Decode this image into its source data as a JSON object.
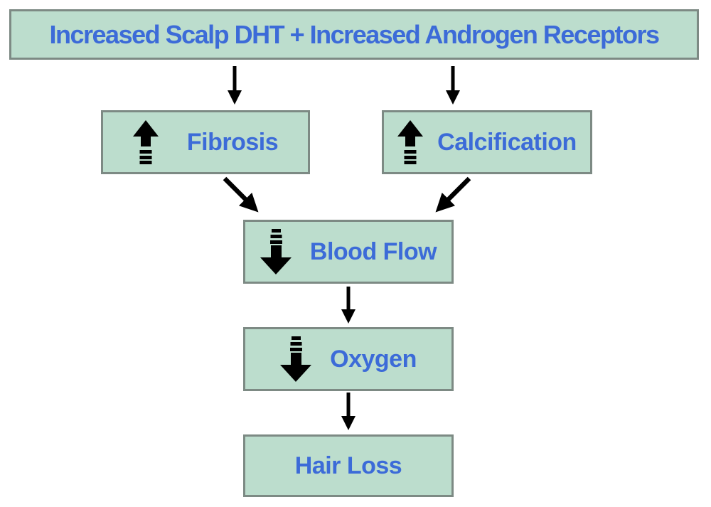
{
  "diagram": {
    "type": "flowchart",
    "colors": {
      "background": "#ffffff",
      "box_fill": "#bcddcd",
      "box_border": "#7d8a84",
      "label_text": "#3c6bd8",
      "arrow": "#000000"
    },
    "nodes": [
      {
        "id": "scalp-dht",
        "label": "Increased Scalp DHT + Increased Androgen Receptors",
        "icon": null
      },
      {
        "id": "fibrosis",
        "label": "Fibrosis",
        "icon": "increase-arrow-icon"
      },
      {
        "id": "calcification",
        "label": "Calcification",
        "icon": "increase-arrow-icon"
      },
      {
        "id": "blood-flow",
        "label": "Blood Flow",
        "icon": "decrease-arrow-icon"
      },
      {
        "id": "oxygen",
        "label": "Oxygen",
        "icon": "decrease-arrow-icon"
      },
      {
        "id": "hair-loss",
        "label": "Hair Loss",
        "icon": null
      }
    ],
    "edges": [
      {
        "from": "scalp-dht",
        "to": "fibrosis"
      },
      {
        "from": "scalp-dht",
        "to": "calcification"
      },
      {
        "from": "fibrosis",
        "to": "blood-flow"
      },
      {
        "from": "calcification",
        "to": "blood-flow"
      },
      {
        "from": "blood-flow",
        "to": "oxygen"
      },
      {
        "from": "oxygen",
        "to": "hair-loss"
      }
    ]
  }
}
